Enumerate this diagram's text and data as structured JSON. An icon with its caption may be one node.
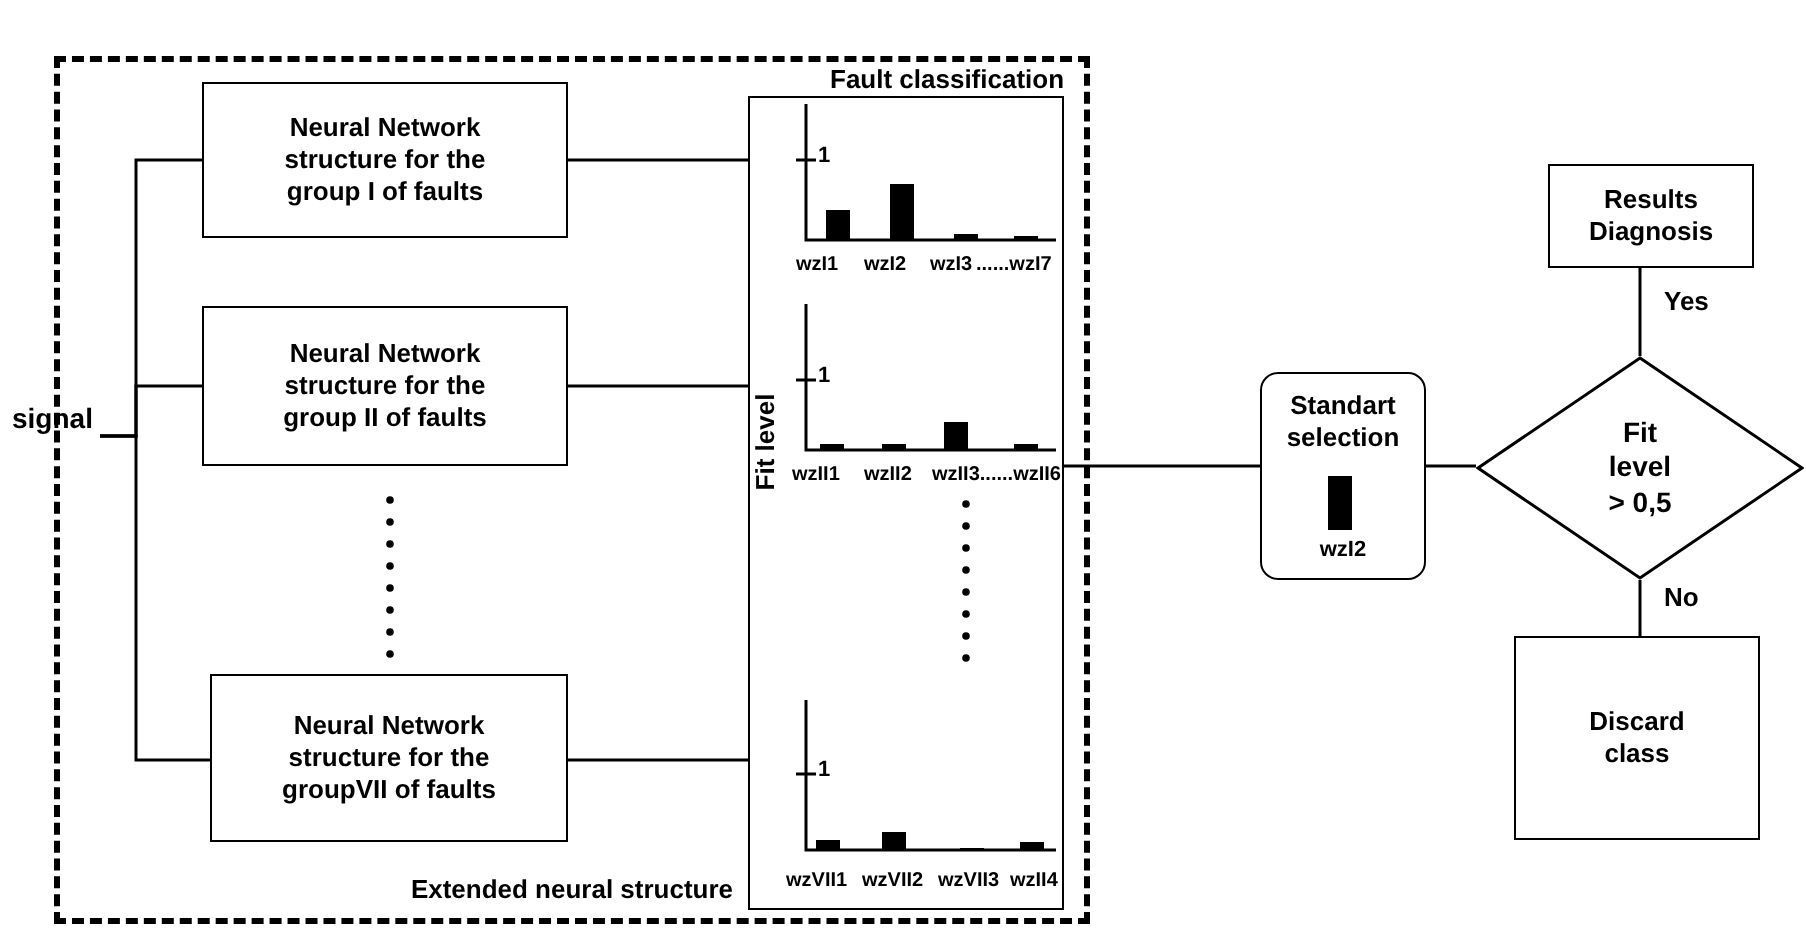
{
  "diagram": {
    "nodes": [
      {
        "text": [
          "Extended neural structure"
        ]
      },
      {
        "text": [
          "signal"
        ]
      },
      {
        "text": [
          "Neural Network structure for the group I of faults"
        ],
        "in": 0
      },
      {
        "text": [
          "Neural Network structure for the group II of faults"
        ],
        "in": 0
      },
      {
        "text": [
          "Neural Network structure for the groupVII of faults"
        ],
        "in": 0
      },
      {
        "text": [
          "Fault classification"
        ],
        "in": 0
      },
      {
        "text": [
          "Standart selection",
          "wzI2"
        ]
      },
      {
        "text": [
          "Fit level > 0,5"
        ]
      },
      {
        "text": [
          "Results Diagnosis"
        ]
      },
      {
        "text": [
          "Discard class"
        ]
      }
    ],
    "edges": [
      {
        "from": 1,
        "to": 2,
        "arrow": "none"
      },
      {
        "from": 1,
        "to": 3,
        "arrow": "none"
      },
      {
        "from": 1,
        "to": 4,
        "arrow": "none"
      },
      {
        "from": 2,
        "to": 5,
        "arrow": "none"
      },
      {
        "from": 3,
        "to": 5,
        "arrow": "none"
      },
      {
        "from": 4,
        "to": 5,
        "arrow": "none"
      },
      {
        "from": 5,
        "to": 6,
        "arrow": "none"
      },
      {
        "from": 6,
        "to": 7,
        "arrow": "none"
      },
      {
        "from": 7,
        "to": 8,
        "arrow": "none",
        "label": "Yes"
      },
      {
        "from": 7,
        "to": 9,
        "arrow": "none",
        "label": "No"
      }
    ],
    "labels": [
      "1",
      "wzI1",
      "wzI2",
      "wzI3",
      "......wzI7",
      "1",
      "wzII1",
      "wzII2",
      "wzII3......wzII6",
      "Fit level",
      "1",
      "wzVII1",
      "wzVII2",
      "wzVII3",
      "wzII4"
    ]
  }
}
